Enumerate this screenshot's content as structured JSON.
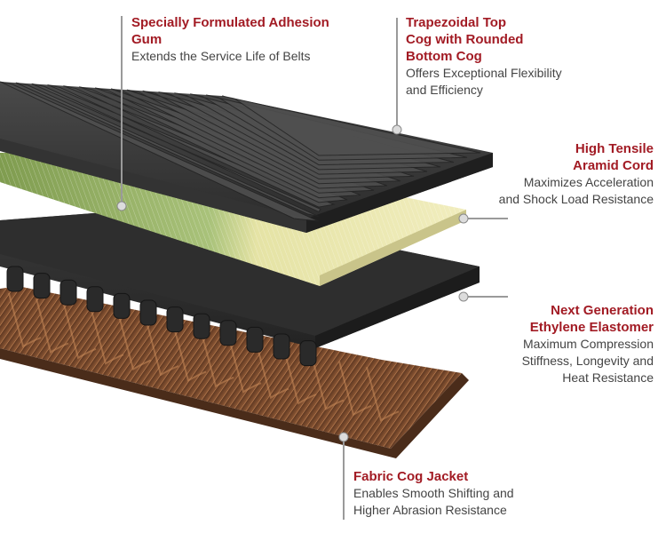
{
  "labels": {
    "adhesion_gum": {
      "title": [
        "Specially Formulated Adhesion",
        "Gum"
      ],
      "desc": [
        "Extends the Service Life of Belts"
      ]
    },
    "top_cog": {
      "title": [
        "Trapezoidal Top",
        "Cog with Rounded",
        "Bottom Cog"
      ],
      "desc": [
        "Offers Exceptional Flexibility",
        "and Efficiency"
      ]
    },
    "aramid_cord": {
      "title": [
        "High Tensile",
        "Aramid Cord"
      ],
      "desc": [
        "Maximizes Acceleration",
        "and Shock Load Resistance"
      ]
    },
    "elastomer": {
      "title": [
        "Next Generation",
        "Ethylene Elastomer"
      ],
      "desc": [
        "Maximum Compression",
        "Stiffness, Longevity and",
        "Heat Resistance"
      ]
    },
    "cog_jacket": {
      "title": [
        "Fabric Cog Jacket"
      ],
      "desc": [
        "Enables Smooth Shifting and",
        "Higher Abrasion Resistance"
      ]
    }
  },
  "colors": {
    "title": "#a21b24",
    "desc": "#444444",
    "leader": "#9a9a9a",
    "belt_dark": "#2b2b2b",
    "belt_mid": "#3a3a3a",
    "cord_green": "#9fb86a",
    "cord_yellow": "#e7e2a8",
    "fabric": "#7a4a2c"
  }
}
